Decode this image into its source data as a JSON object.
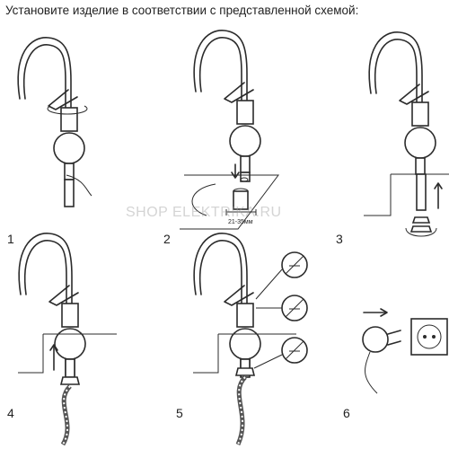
{
  "heading": "Установите изделие в соответствии с представленной схемой:",
  "steps": [
    "1",
    "2",
    "3",
    "4",
    "5",
    "6"
  ],
  "dimension_label": "21-35мм",
  "watermark": "SHOP ELEKTRIKA.RU"
}
